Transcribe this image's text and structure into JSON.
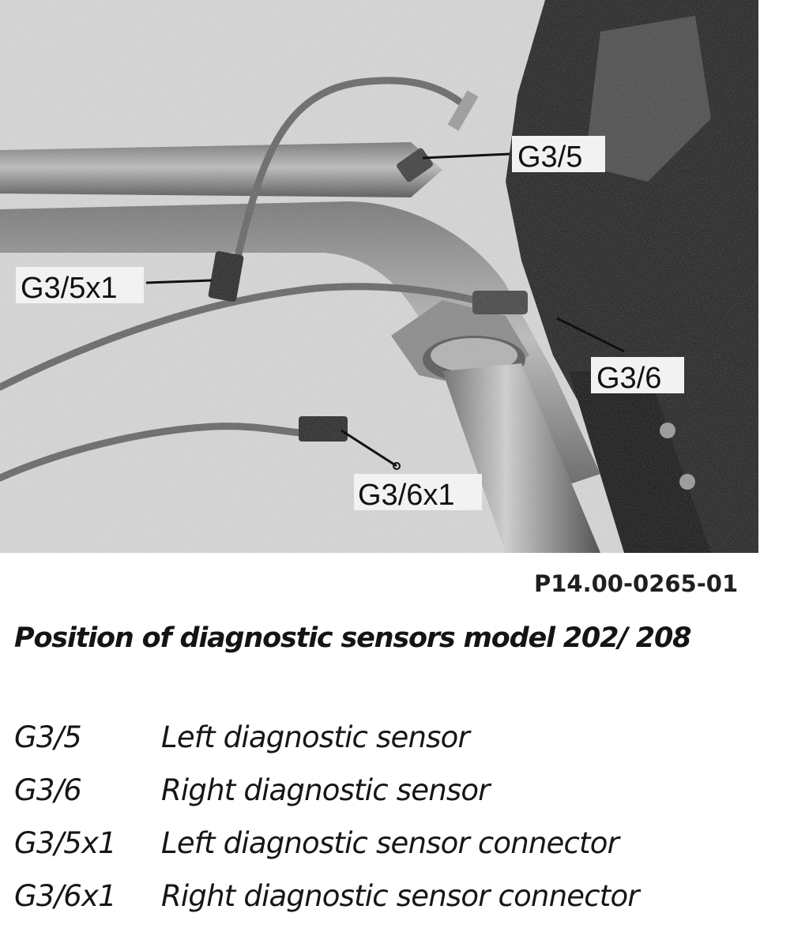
{
  "photo": {
    "labels": {
      "g3_5": "G3/5",
      "g3_5x1": "G3/5x1",
      "g3_6": "G3/6",
      "g3_6x1": "G3/6x1"
    }
  },
  "figure_code": "P14.00-0265-01",
  "caption": "Position of diagnostic sensors model 202/ 208",
  "legend": [
    {
      "code": "G3/5",
      "description": "Left diagnostic sensor"
    },
    {
      "code": "G3/6",
      "description": "Right diagnostic sensor"
    },
    {
      "code": "G3/5x1",
      "description": "Left diagnostic sensor connector"
    },
    {
      "code": "G3/6x1",
      "description": "Right diagnostic sensor connector"
    }
  ]
}
